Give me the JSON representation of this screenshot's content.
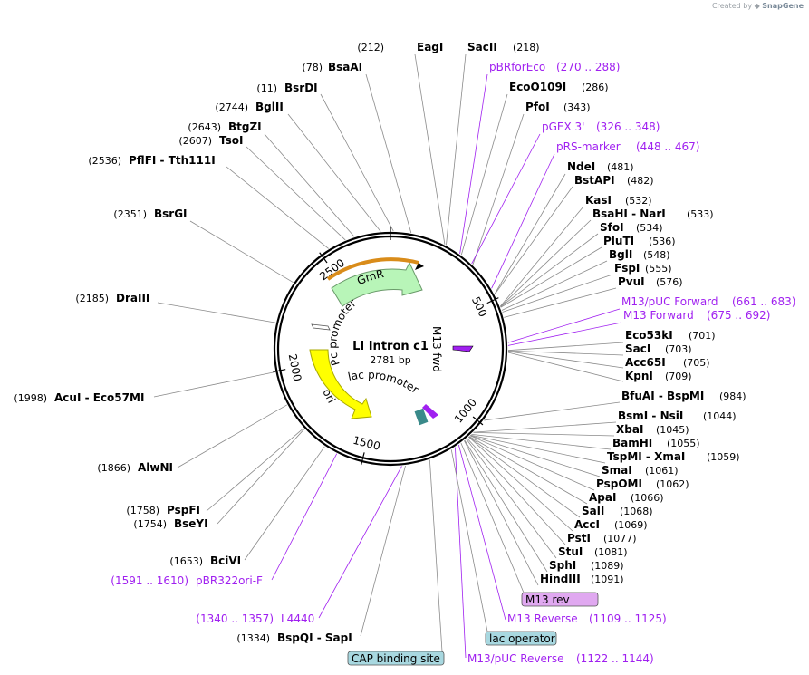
{
  "credit": {
    "prefix": "Created by",
    "brand": "SnapGene"
  },
  "plasmid": {
    "name": "LI Intron c1",
    "length": "2781 bp",
    "total_bp": 2781
  },
  "ticks": [
    {
      "bp": 500,
      "label": "500"
    },
    {
      "bp": 1000,
      "label": "1000"
    },
    {
      "bp": 1500,
      "label": "1500"
    },
    {
      "bp": 2000,
      "label": "2000"
    },
    {
      "bp": 2500,
      "label": "2500"
    }
  ],
  "features": {
    "gmr": {
      "label": "GmR",
      "color": "#b8f5b8"
    },
    "ori": {
      "label": "ori",
      "color": "#ffff00"
    },
    "pc_promoter": {
      "label": "Pc promoter"
    },
    "lac_promoter": {
      "label": "lac promoter"
    },
    "m13_fwd": {
      "label": "M13 fwd"
    }
  },
  "enzymes_left": [
    {
      "pos": "(212)",
      "name": "EagI",
      "bp": 212
    },
    {
      "pos": "(78)",
      "name": "BsaAI",
      "bp": 78
    },
    {
      "pos": "(11)",
      "name": "BsrDI",
      "bp": 11
    },
    {
      "pos": "(2744)",
      "name": "BglII",
      "bp": 2744
    },
    {
      "pos": "(2643)",
      "name": "BtgZI",
      "bp": 2643
    },
    {
      "pos": "(2607)",
      "name": "TsoI",
      "bp": 2607
    },
    {
      "pos": "(2536)",
      "name": "PflFI - Tth111I",
      "bp": 2536
    },
    {
      "pos": "(2351)",
      "name": "BsrGI",
      "bp": 2351
    },
    {
      "pos": "(2185)",
      "name": "DraIII",
      "bp": 2185
    },
    {
      "pos": "(1998)",
      "name": "AcuI - Eco57MI",
      "bp": 1998
    },
    {
      "pos": "(1866)",
      "name": "AlwNI",
      "bp": 1866
    },
    {
      "pos": "(1758)",
      "name": "PspFI",
      "bp": 1758
    },
    {
      "pos": "(1754)",
      "name": "BseYI",
      "bp": 1754
    },
    {
      "pos": "(1653)",
      "name": "BciVI",
      "bp": 1653
    },
    {
      "pos": "(1334)",
      "name": "BspQI - SapI",
      "bp": 1334
    }
  ],
  "enzymes_right": [
    {
      "name": "SacII",
      "pos": "(218)",
      "bp": 218
    },
    {
      "name": "EcoO109I",
      "pos": "(286)",
      "bp": 286
    },
    {
      "name": "PfoI",
      "pos": "(343)",
      "bp": 343
    },
    {
      "name": "NdeI",
      "pos": "(481)",
      "bp": 481
    },
    {
      "name": "BstAPI",
      "pos": "(482)",
      "bp": 482
    },
    {
      "name": "KasI",
      "pos": "(532)",
      "bp": 532
    },
    {
      "name": "BsaHI - NarI",
      "pos": "(533)",
      "bp": 533
    },
    {
      "name": "SfoI",
      "pos": "(534)",
      "bp": 534
    },
    {
      "name": "PluTI",
      "pos": "(536)",
      "bp": 536
    },
    {
      "name": "BglI",
      "pos": "(548)",
      "bp": 548
    },
    {
      "name": "FspI",
      "pos": "(555)",
      "bp": 555
    },
    {
      "name": "PvuI",
      "pos": "(576)",
      "bp": 576
    },
    {
      "name": "Eco53kI",
      "pos": "(701)",
      "bp": 701
    },
    {
      "name": "SacI",
      "pos": "(703)",
      "bp": 703
    },
    {
      "name": "Acc65I",
      "pos": "(705)",
      "bp": 705
    },
    {
      "name": "KpnI",
      "pos": "(709)",
      "bp": 709
    },
    {
      "name": "BfuAI - BspMI",
      "pos": "(984)",
      "bp": 984
    },
    {
      "name": "BsmI - NsiI",
      "pos": "(1044)",
      "bp": 1044
    },
    {
      "name": "XbaI",
      "pos": "(1045)",
      "bp": 1045
    },
    {
      "name": "BamHI",
      "pos": "(1055)",
      "bp": 1055
    },
    {
      "name": "TspMI - XmaI",
      "pos": "(1059)",
      "bp": 1059
    },
    {
      "name": "SmaI",
      "pos": "(1061)",
      "bp": 1061
    },
    {
      "name": "PspOMI",
      "pos": "(1062)",
      "bp": 1062
    },
    {
      "name": "ApaI",
      "pos": "(1066)",
      "bp": 1066
    },
    {
      "name": "SalI",
      "pos": "(1068)",
      "bp": 1068
    },
    {
      "name": "AccI",
      "pos": "(1069)",
      "bp": 1069
    },
    {
      "name": "PstI",
      "pos": "(1077)",
      "bp": 1077
    },
    {
      "name": "StuI",
      "pos": "(1081)",
      "bp": 1081
    },
    {
      "name": "SphI",
      "pos": "(1089)",
      "bp": 1089
    },
    {
      "name": "HindIII",
      "pos": "(1091)",
      "bp": 1091
    }
  ],
  "primers_right": [
    {
      "label": "pBRforEco",
      "range": "(270 .. 288)",
      "bp": 279
    },
    {
      "label": "pGEX 3'",
      "range": "(326 .. 348)",
      "bp": 337
    },
    {
      "label": "pRS-marker",
      "range": "(448 .. 467)",
      "bp": 457
    },
    {
      "label": "M13/pUC Forward",
      "range": "(661 .. 683)",
      "bp": 672
    },
    {
      "label": "M13 Forward",
      "range": "(675 .. 692)",
      "bp": 683
    },
    {
      "label": "M13 Reverse",
      "range": "(1109 .. 1125)",
      "bp": 1117
    },
    {
      "label": "M13/pUC Reverse",
      "range": "(1122 .. 1144)",
      "bp": 1133
    }
  ],
  "primers_left": [
    {
      "range": "(1591 .. 1610)",
      "label": "pBR322ori-F",
      "bp": 1600
    },
    {
      "range": "(1340 .. 1357)",
      "label": "L4440",
      "bp": 1348
    }
  ],
  "boxed_features": [
    {
      "label": "M13 rev",
      "bp": 1106,
      "fill": "#e0a8f0"
    },
    {
      "label": "lac operator",
      "bp": 1150,
      "fill": "#a8d8e0"
    },
    {
      "label": "CAP binding site",
      "bp": 1240,
      "fill": "#a8d8e0"
    }
  ]
}
